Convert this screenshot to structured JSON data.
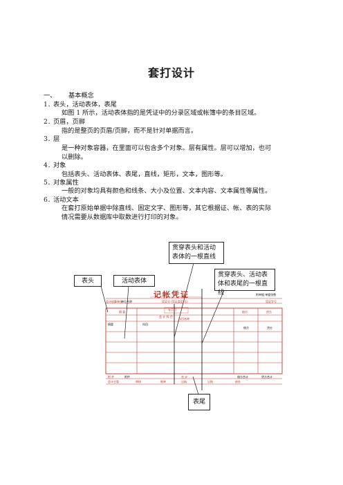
{
  "document": {
    "title": "套打设计",
    "lines": [
      {
        "num": "一、",
        "text": "基本概念"
      },
      {
        "num": "1．",
        "text": "表头，活动表体，表尾"
      },
      {
        "num": "",
        "text": "如图 1 所示，活动表体指的是凭证中的分录区域或帐簿中的条目区域。"
      },
      {
        "num": "2．",
        "text": "页眉，页脚"
      },
      {
        "num": "",
        "text": "指的是整页的页眉/页脚，而不是针对单据而言。"
      },
      {
        "num": "3．",
        "text": "层"
      },
      {
        "num": "",
        "text": "是一种对象容器，在里面可以包含多个对象。层有属性。层可以增加，也可"
      },
      {
        "num": "",
        "text": "以删除。"
      },
      {
        "num": "4．",
        "text": "对象"
      },
      {
        "num": "",
        "text": "包括表头、活动表体、表尾，直线，矩形，文本，图形等。"
      },
      {
        "num": "5．",
        "text": "对象属性"
      },
      {
        "num": "",
        "text": "一般的对象均具有颜色和线条、大小及位置、文本内容、文本属性等属性。"
      },
      {
        "num": "6．",
        "text": "活动文本"
      },
      {
        "num": "",
        "text": "在套打原始单据中除直线、固定文字、图形等，其它根据证、帐、表的实际"
      },
      {
        "num": "",
        "text": "情况需要从数据库中取数进行打印的对象。"
      }
    ]
  },
  "figure": {
    "callouts": {
      "top": "贯穿表头和活动表体的一根直线",
      "header": "表头",
      "body": "活动表体",
      "right": "贯穿表头、活动表体和表尾的一根直线",
      "footer": "表尾"
    },
    "voucher": {
      "title": "记帐凭证",
      "unit_label": "会计核算单位",
      "unit_value": "单位名称",
      "voucher_no": "凭证号 (凭证类型·号)",
      "seq_label": "附单据·单据张数",
      "voucher_label": "凭证字号",
      "date_label": "年月日",
      "col_summary": "摘 要",
      "col_account": "会 计 科 目",
      "col_sub": "科目名称",
      "col_debit": "借方",
      "col_credit": "贷方",
      "row_summary": "摘要",
      "row_account": "科目",
      "row_debit": "借方",
      "row_credit": "贷方",
      "footer_attach": "附 件",
      "footer_attach_val": "附件",
      "footer_total": "合 计",
      "footer_debit_total": "借方合计",
      "footer_credit_total": "贷方合计",
      "sign_accountant": "会计主管",
      "sign_audit": "审核",
      "sign_maker": "制单",
      "sign_cashier": "出纳",
      "sign_keeper": "记账",
      "sign_approver": "经办"
    },
    "colors": {
      "voucher_red": "#c0392b",
      "ink": "#1a1a1a"
    }
  }
}
